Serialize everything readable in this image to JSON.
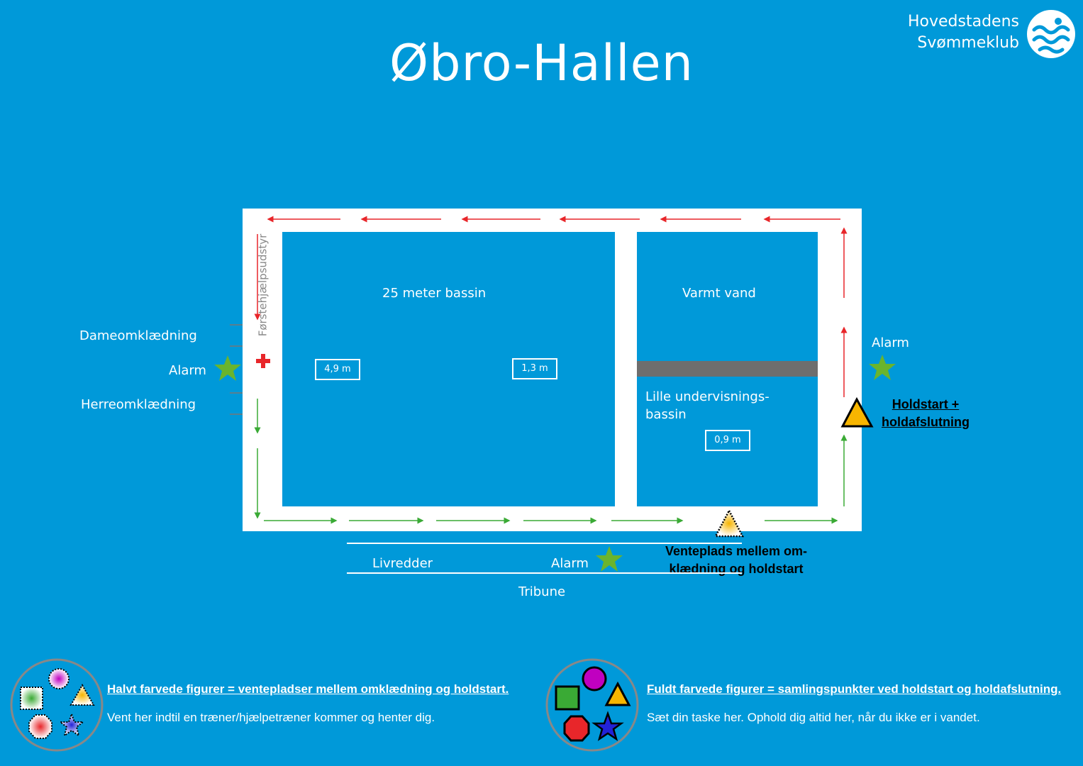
{
  "header": {
    "title": "Øbro-Hallen",
    "logo_line1": "Hovedstadens",
    "logo_line2": "Svømmeklub"
  },
  "pools": {
    "main": {
      "label": "25 meter bassin",
      "depth_left": "4,9  m",
      "depth_right": "1,3  m"
    },
    "warm": {
      "label": "Varmt vand"
    },
    "small": {
      "label_line1": "Lille undervisnings-",
      "label_line2": "bassin",
      "depth": "0,9  m"
    }
  },
  "labels": {
    "first_aid": "Førstehjælpsudstyr",
    "womens_changing": "Dameomklædning",
    "alarm_left": "Alarm",
    "mens_changing": "Herreomklædning",
    "alarm_right": "Alarm",
    "alarm_bottom": "Alarm",
    "lifeguard": "Livredder",
    "stand": "Tribune",
    "team_start_line1": "Holdstart +",
    "team_start_line2": "holdafslutning",
    "waiting_line1": "Venteplads mellem om-",
    "waiting_line2": "klædning og holdstart"
  },
  "legend": {
    "half_title": "Halvt farvede figurer = ventepladser mellem omklædning og holdstart.",
    "half_text": "Vent her indtil en træner/hjælpetræner kommer og henter dig.",
    "full_title": "Fuldt farvede figurer = samlingspunkter ved holdstart og holdafslutning.",
    "full_text": "Sæt din taske her. Ophold dig altid her, når du ikke er i vandet."
  },
  "colors": {
    "background": "#0099d9",
    "deck": "#ffffff",
    "arrow_red": "#e8262a",
    "arrow_green": "#3aaa35",
    "star_green": "#6ab42d",
    "triangle_orange": "#f7b500",
    "divider_gray": "#6e6e6e"
  }
}
